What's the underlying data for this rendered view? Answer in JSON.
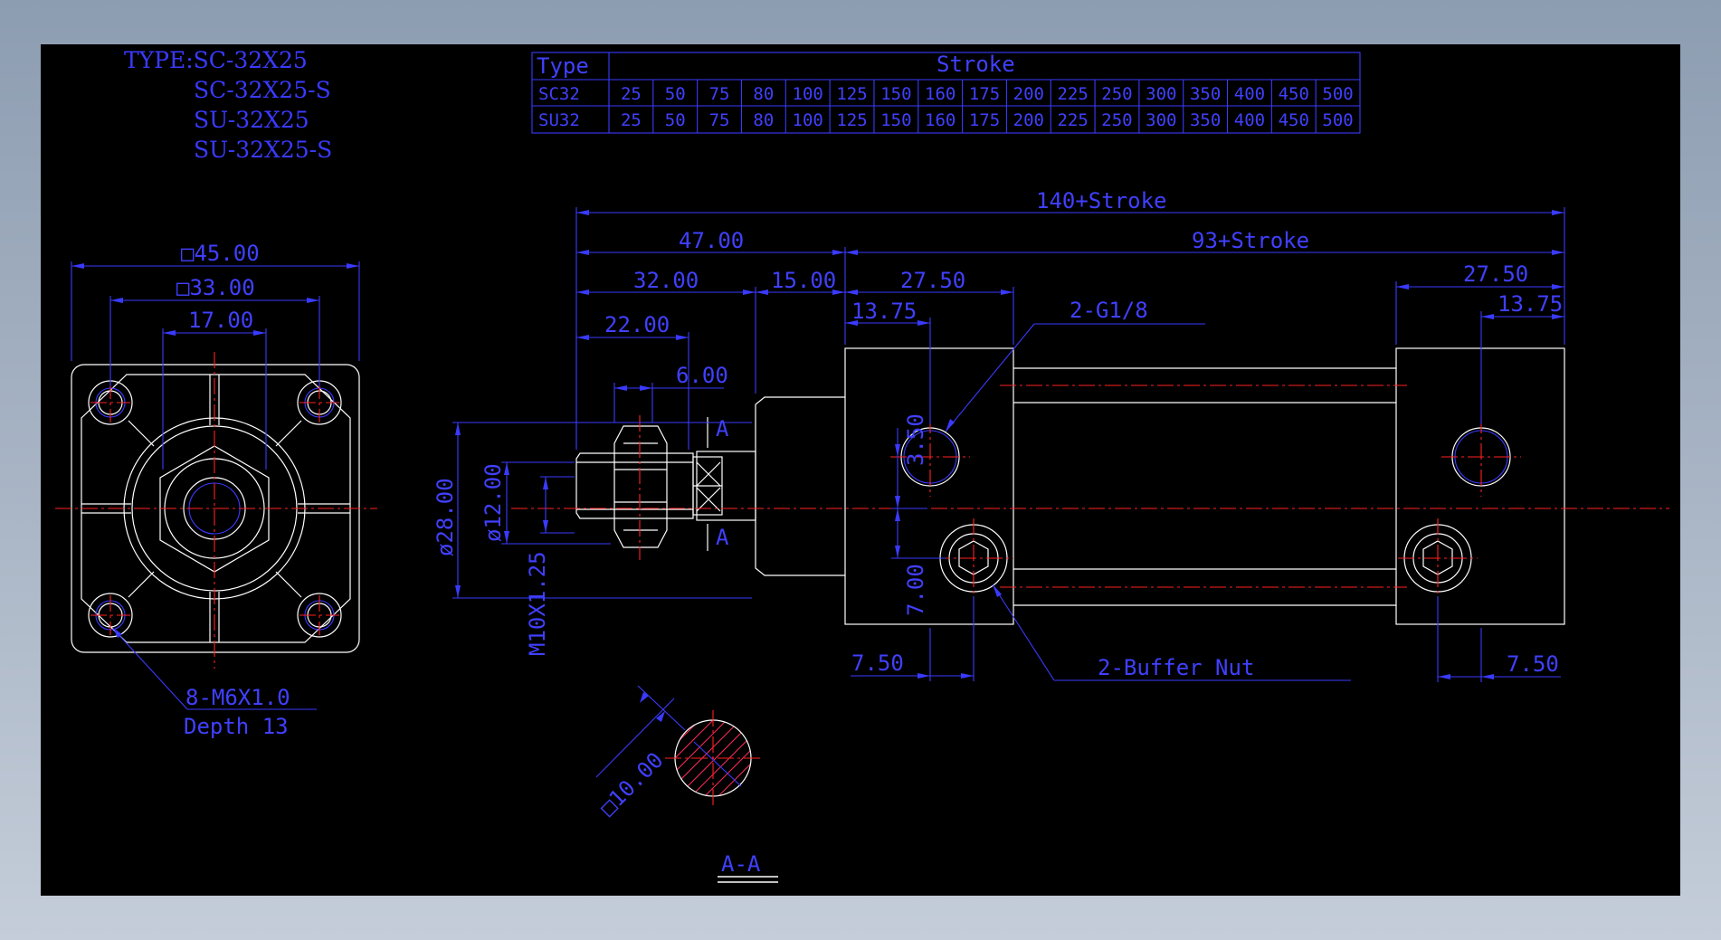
{
  "type_block": {
    "line1": "TYPE:SC-32X25",
    "line2": "SC-32X25-S",
    "line3": "SU-32X25",
    "line4": "SU-32X25-S"
  },
  "stroke_table": {
    "header_type": "Type",
    "header_stroke": "Stroke",
    "strokes": [
      "25",
      "50",
      "75",
      "80",
      "100",
      "125",
      "150",
      "160",
      "175",
      "200",
      "225",
      "250",
      "300",
      "350",
      "400",
      "450",
      "500"
    ],
    "rows": [
      {
        "model": "SC32"
      },
      {
        "model": "SU32"
      }
    ]
  },
  "front_view": {
    "dim_outer": "□45.00",
    "dim_inner": "□33.00",
    "dim_17": "17.00",
    "note_thread": "8-M6X1.0",
    "note_depth": "Depth 13"
  },
  "side_view": {
    "dim_total": "140+Stroke",
    "dim_47": "47.00",
    "dim_93": "93+Stroke",
    "dim_32": "32.00",
    "dim_15": "15.00",
    "dim_2750_left": "27.50",
    "dim_1375_left": "13.75",
    "dim_2750_right": "27.50",
    "dim_1375_right": "13.75",
    "dim_22": "22.00",
    "dim_6": "6.00",
    "dim_dia28": "ø28.00",
    "dim_dia12": "ø12.00",
    "dim_thread": "M10X1.25",
    "dim_350": "3.50",
    "dim_700": "7.00",
    "dim_750_left": "7.50",
    "dim_750_right": "7.50",
    "note_port": "2-G1/8",
    "note_buffer": "2-Buffer  Nut",
    "section_mark_top": "A",
    "section_mark_bottom": "A"
  },
  "section_view": {
    "dim_square": "□10.00",
    "label": "A-A"
  }
}
